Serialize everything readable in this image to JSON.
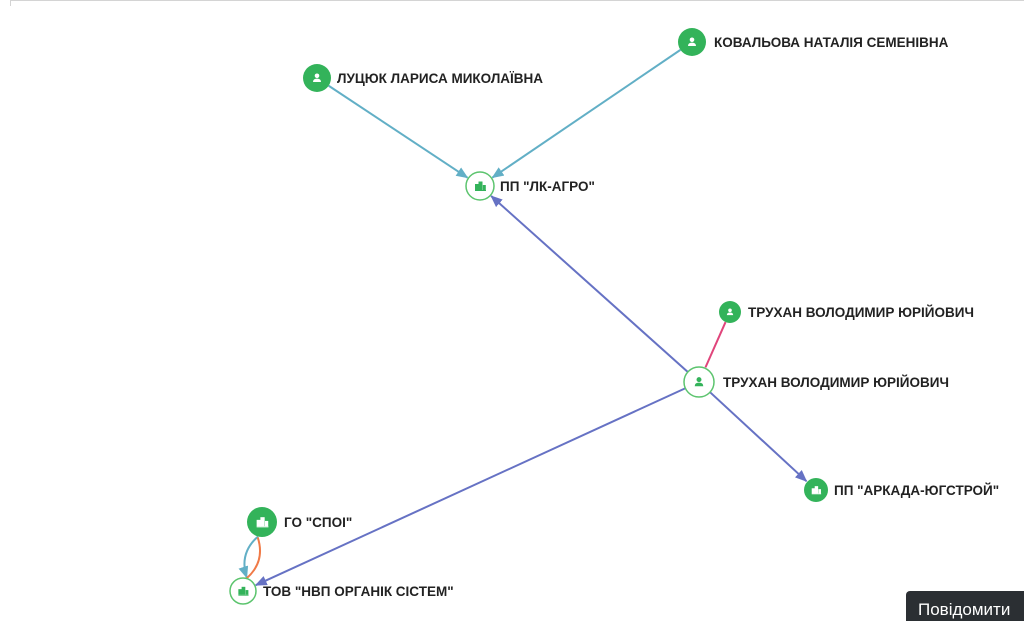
{
  "colors": {
    "owner_edge": "#62afc6",
    "relation_edge": "#6672c4",
    "family_edge": "#e0457b",
    "founder_edge": "#f07a47",
    "node_filled": "#33b35a",
    "node_outline": "#5cc46e",
    "node_outline_fill": "#ffffff"
  },
  "nodes": [
    {
      "id": "lutsiuk",
      "name": "ЛУЦЮК ЛАРИСА МИКОЛАЇВНА",
      "kind": "person",
      "style": "filled",
      "icon": "person-icon"
    },
    {
      "id": "kovalova",
      "name": "КОВАЛЬОВА НАТАЛІЯ СЕМЕНІВНА",
      "kind": "person",
      "style": "filled",
      "icon": "person-icon"
    },
    {
      "id": "lk_agro",
      "name": "ПП \"ЛК-АГРО\"",
      "kind": "company",
      "style": "outline",
      "icon": "building-icon"
    },
    {
      "id": "trukhan_rel",
      "name": "ТРУХАН ВОЛОДИМИР ЮРІЙОВИЧ",
      "kind": "person",
      "style": "filled",
      "icon": "person-icon"
    },
    {
      "id": "trukhan",
      "name": "ТРУХАН ВОЛОДИМИР ЮРІЙОВИЧ",
      "kind": "person",
      "style": "outline",
      "icon": "person-icon"
    },
    {
      "id": "arkada",
      "name": "ПП \"АРКАДА-ЮГСТРОЙ\"",
      "kind": "company",
      "style": "filled",
      "icon": "building-icon"
    },
    {
      "id": "spoi",
      "name": "ГО \"СПОІ\"",
      "kind": "company",
      "style": "filled",
      "icon": "building-icon"
    },
    {
      "id": "nvp",
      "name": "ТОВ \"НВП ОРГАНІК СІСТЕМ\"",
      "kind": "company",
      "style": "outline",
      "icon": "building-icon"
    }
  ],
  "edges": [
    {
      "from": "lutsiuk",
      "to": "lk_agro",
      "type": "owner_edge"
    },
    {
      "from": "kovalova",
      "to": "lk_agro",
      "type": "owner_edge"
    },
    {
      "from": "trukhan",
      "to": "lk_agro",
      "type": "relation_edge"
    },
    {
      "from": "trukhan",
      "to": "arkada",
      "type": "relation_edge"
    },
    {
      "from": "trukhan",
      "to": "nvp",
      "type": "relation_edge"
    },
    {
      "from": "trukhan_rel",
      "to": "trukhan",
      "type": "family_edge"
    },
    {
      "from": "spoi",
      "to": "nvp",
      "type": "owner_edge"
    },
    {
      "from": "nvp",
      "to": "spoi",
      "type": "founder_edge"
    }
  ],
  "notify_button": {
    "label": "Повідомити"
  }
}
